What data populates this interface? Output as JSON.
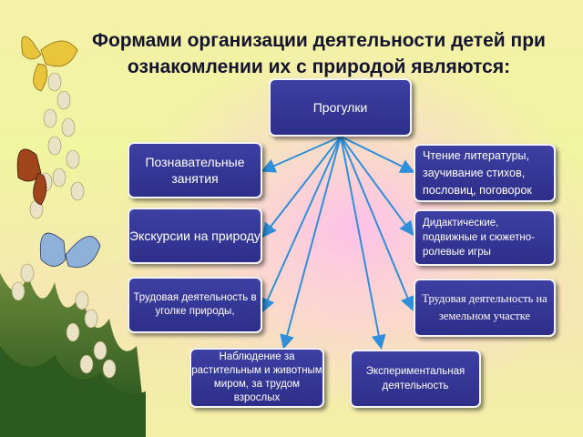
{
  "title": "Формами организации деятельности детей при ознакомлении их с природой являются:",
  "center": "Прогулки",
  "boxes": {
    "cognitive": "Познавательные занятия",
    "reading": "Чтение литературы, заучивание стихов, пословиц, поговорок",
    "excursions": "Экскурсии на природу",
    "games": "Дидактические, подвижные и сюжетно-ролевые игры",
    "labor_corner": "Трудовая деятельность в уголке природы,",
    "labor_plot": "Трудовая деятельность на земельном участке",
    "observation": "Наблюдение за растительным и животным миром, за трудом взрослых",
    "experimental": "Экспериментальная деятельность"
  },
  "colors": {
    "box_fill": "#35369a",
    "box_border": "#f4f4f4",
    "arrow": "#2f8fd8",
    "title": "#141430"
  }
}
